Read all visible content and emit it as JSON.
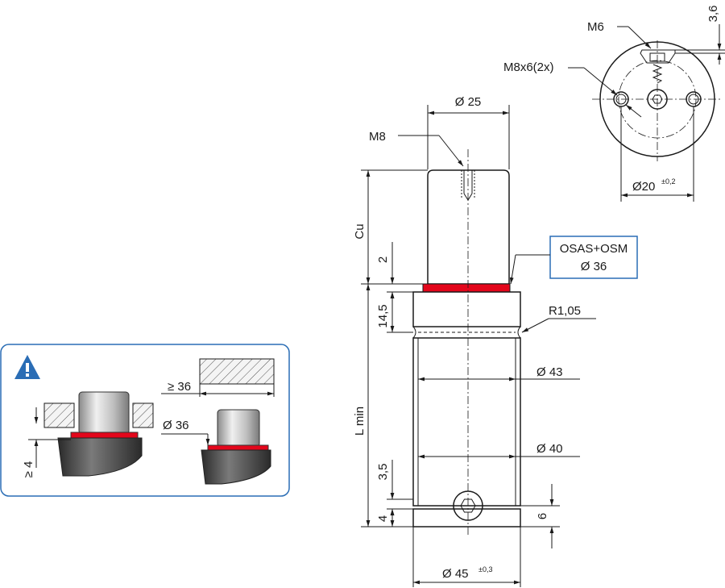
{
  "colors": {
    "seal": "#e3061b",
    "callout_border": "#2a6db5",
    "warning": "#2a6db5",
    "line": "#1a1a1a"
  },
  "front_view": {
    "dia_25": "Ø 25",
    "thread_m8": "M8",
    "label_cu": "Cu",
    "dim_2": "2",
    "seal_callout_line1": "OSAS+OSM",
    "seal_callout_line2": "Ø 36",
    "dim_14_5": "14,5",
    "radius": "R1,05",
    "dia_43": "Ø 43",
    "label_lmin": "L min",
    "dia_40": "Ø 40",
    "dim_3_5": "3,5",
    "dim_4": "4",
    "dim_6": "6",
    "dia_45": "Ø 45",
    "dia_45_tol": "±0,3"
  },
  "top_view": {
    "dim_3_6": "3,6",
    "thread_m6": "M6",
    "thread_m8x6": "M8x6(2x)",
    "dia_20": "Ø20",
    "dia_20_tol": "±0,2"
  },
  "install_panel": {
    "warning_icon": "warning-triangle-icon",
    "dim_ge_36": "≥ 36",
    "dim_dia_36": "Ø 36",
    "dim_ge_4": "≥ 4"
  }
}
